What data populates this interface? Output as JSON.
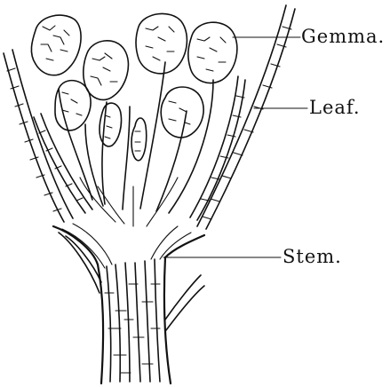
{
  "labels": {
    "gemma": "Gemma.",
    "leaf": "Leaf.",
    "stem": "Stem."
  },
  "colors": {
    "ink": "#111111",
    "paper": "#ffffff"
  }
}
